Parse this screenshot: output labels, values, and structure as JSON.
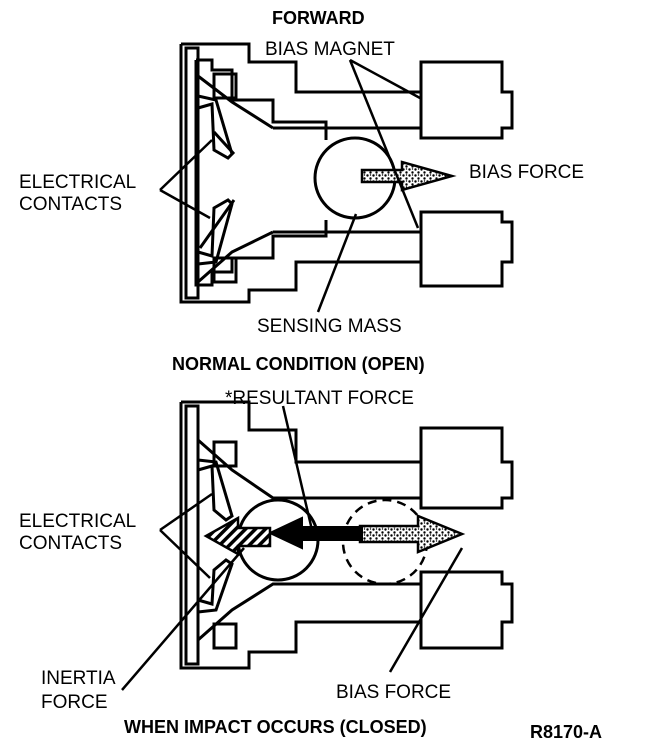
{
  "top": {
    "forward_label": "FORWARD",
    "bias_magnet_label": "BIAS MAGNET",
    "electrical_contacts_line1": "ELECTRICAL",
    "electrical_contacts_line2": "CONTACTS",
    "bias_force_label": "BIAS FORCE",
    "sensing_mass_label": "SENSING MASS",
    "caption": "NORMAL CONDITION (OPEN)"
  },
  "bottom": {
    "resultant_force_label": "*RESULTANT FORCE",
    "electrical_contacts_line1": "ELECTRICAL",
    "electrical_contacts_line2": "CONTACTS",
    "inertia_force_line1": "INERTIA",
    "inertia_force_line2": "FORCE",
    "bias_force_label": "BIAS FORCE",
    "caption": "WHEN IMPACT OCCURS (CLOSED)"
  },
  "figure_code": "R8170-A",
  "colors": {
    "ink": "#000000",
    "paper": "#ffffff"
  }
}
